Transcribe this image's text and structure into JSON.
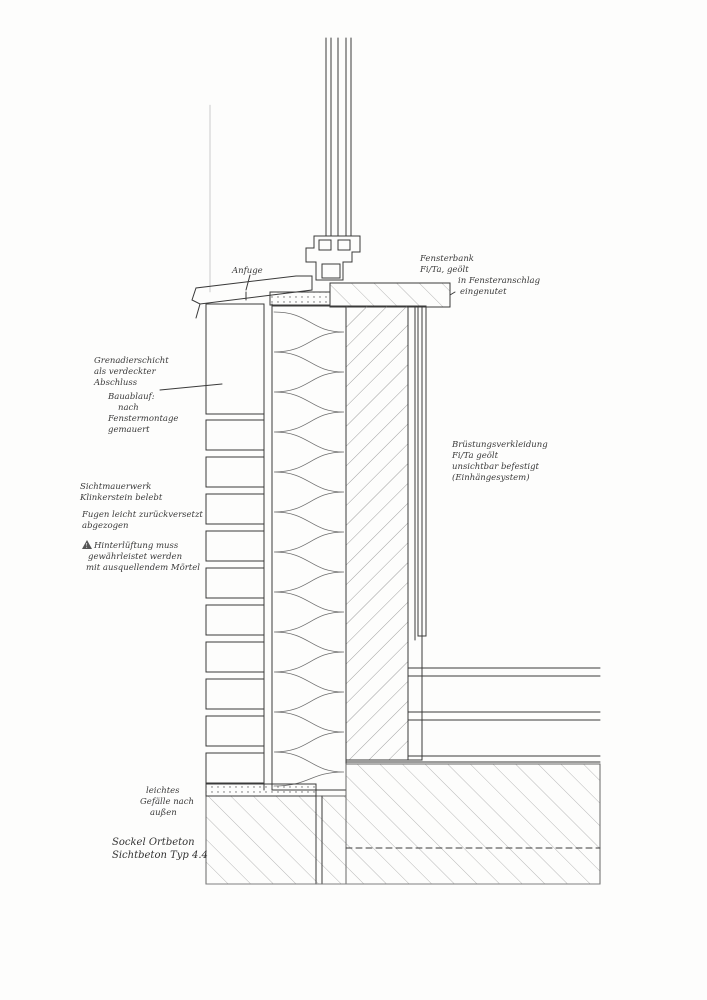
{
  "drawing": {
    "annotations": {
      "anfuge": "Anfuge",
      "fensterbank": [
        "Fensterbank",
        "Fi/Ta, geölt",
        "in Fensteranschlag",
        "eingenutet"
      ],
      "grenadierschicht": [
        "Grenadierschicht",
        "als verdeckter",
        "Abschluss"
      ],
      "bauablauf": [
        "Bauablauf:",
        "nach",
        "Fenstermontage",
        "gemauert"
      ],
      "brustung": [
        "Brüstungsverkleidung",
        "Fi/Ta geölt",
        "unsichtbar befestigt",
        "(Einhängesystem)"
      ],
      "sichtmauerwerk": [
        "Sichtmauerwerk",
        "Klinkerstein belebt"
      ],
      "fuge": [
        "Fugen leicht zurückversetzt",
        "abgezogen"
      ],
      "hinterluftung": [
        "Hinterlüftung muss",
        "gewährleistet werden",
        "mit ausquellendem Mörtel"
      ],
      "gefalle": [
        "leichtes",
        "Gefälle nach",
        "außen"
      ],
      "titel": [
        "Sockel Ortbeton",
        "Sichtbeton Typ 4.4"
      ]
    },
    "colors": {
      "ink": "#3a3a3a",
      "paper": "#fdfdfc",
      "hatch": "#777777"
    }
  }
}
